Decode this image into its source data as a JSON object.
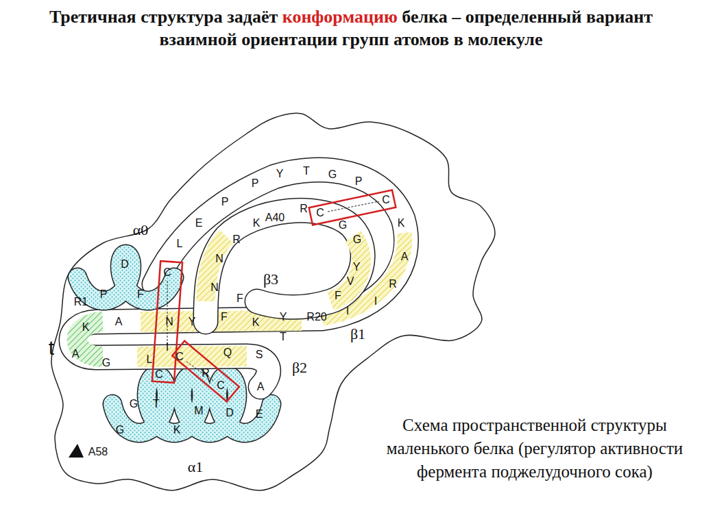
{
  "diagram": {
    "title": "Третичная структура задаёт конформацию белка – определенный вариант взаимной ориентации групп атомов в молекуле",
    "caption": "Схема пространственной структуры маленького белка (регулятор активности фермента поджелудочного сока)",
    "labels": [
      "α0",
      "R1",
      "P",
      "D",
      "F",
      "C",
      "L",
      "E",
      "P",
      "P",
      "Y",
      "T",
      "G",
      "P",
      "C",
      "K",
      "A",
      "R",
      "I",
      "I",
      "R20",
      "Y",
      "F",
      "Y",
      "N",
      "A",
      "K",
      "A",
      "G",
      "L",
      "I",
      "C",
      "Q",
      "T",
      "F",
      "V",
      "Y",
      "G",
      "G",
      "C",
      "R",
      "A40",
      "K",
      "R",
      "N",
      "N",
      "F",
      "K",
      "S",
      "A",
      "E",
      "D",
      "C",
      "M",
      "R",
      "T",
      "C",
      "G",
      "G",
      "K",
      "A58",
      "t",
      "β3",
      "β1",
      "β2",
      "α1"
    ]
  }
}
